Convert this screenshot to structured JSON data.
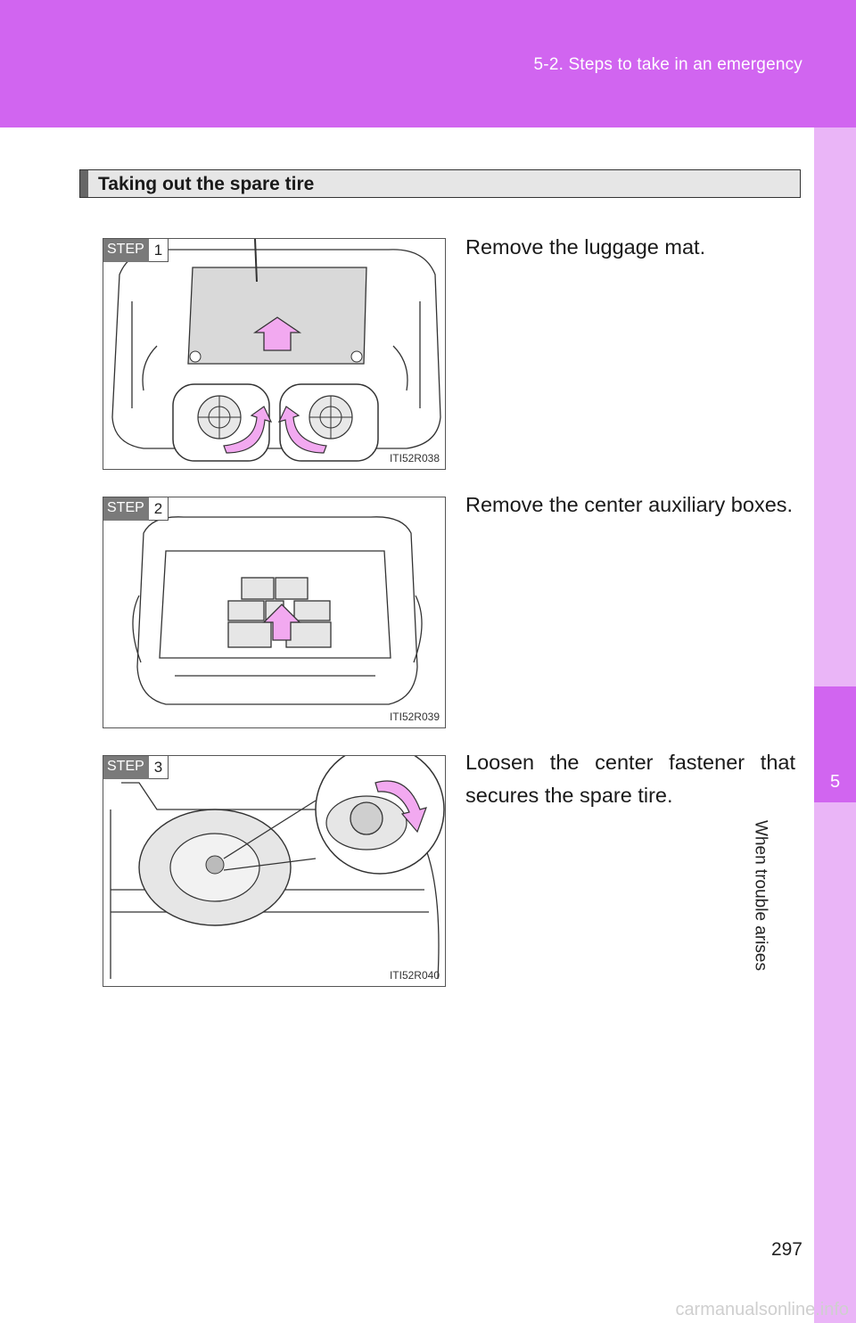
{
  "header": {
    "breadcrumb": "5-2. Steps to take in an emergency"
  },
  "side_tab": {
    "chapter_number": "5",
    "chapter_label": "When trouble arises"
  },
  "section": {
    "title": "Taking out the spare tire"
  },
  "steps": [
    {
      "step_word": "STEP",
      "number": "1",
      "text": "Remove the luggage mat.",
      "figure_code": "ITI52R038"
    },
    {
      "step_word": "STEP",
      "number": "2",
      "text": "Remove the center auxiliary boxes.",
      "figure_code": "ITI52R039"
    },
    {
      "step_word": "STEP",
      "number": "3",
      "text": "Loosen the center fastener that secures the spare tire.",
      "figure_code": "ITI52R040"
    }
  ],
  "page_number": "297",
  "watermark": "carmanualsonline.info",
  "colors": {
    "header": "#d165f0",
    "side_tab": "#eab5f7",
    "arrow": "#f2a9f0"
  }
}
